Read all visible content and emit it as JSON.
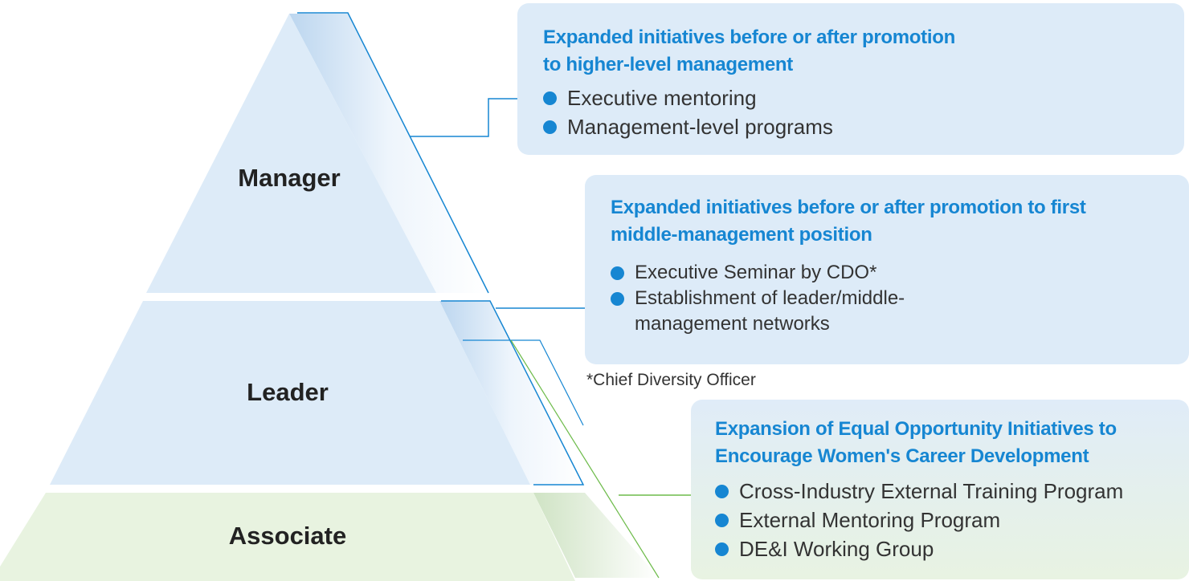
{
  "pyramid": {
    "tiers": [
      {
        "label": "Manager"
      },
      {
        "label": "Leader"
      },
      {
        "label": "Associate"
      }
    ]
  },
  "cards": {
    "top": {
      "title_line1": "Expanded initiatives before or after promotion",
      "title_line2": "to higher-level management",
      "items": [
        "Executive mentoring",
        "Management-level programs"
      ]
    },
    "middle": {
      "title_line1": "Expanded initiatives before or after promotion to first",
      "title_line2": "middle-management position",
      "items": [
        "Executive Seminar by CDO*",
        "Establishment of leader/middle-",
        "management networks"
      ]
    },
    "bottom": {
      "title_line1": "Expansion of Equal Opportunity Initiatives to",
      "title_line2": "Encourage Women's Career Development",
      "items": [
        "Cross-Industry External Training Program",
        "External Mentoring Program",
        "DE&I Working Group"
      ]
    }
  },
  "footnote": "*Chief Diversity Officer",
  "colors": {
    "accent": "#1686d2",
    "tier_blue": "#ddebf8",
    "tier_green": "#e8f3e0",
    "icon_blue": "#8ec1ea"
  },
  "icons": [
    "presenter-audience-icon"
  ]
}
